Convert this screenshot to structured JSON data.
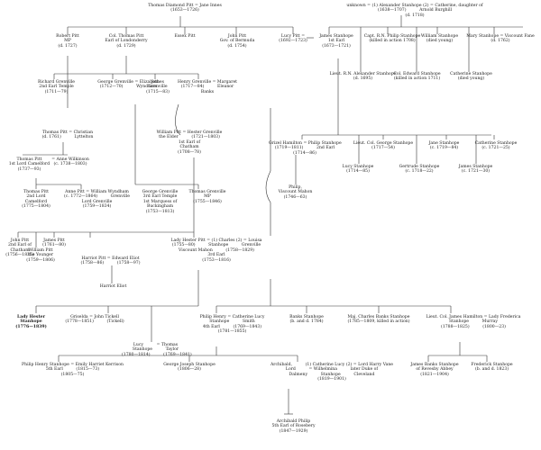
{
  "nodes": [
    {
      "id": "n1",
      "text": "Thomas Diamond Pitt = Jane Innes\n(1653—1726)"
    },
    {
      "id": "n2",
      "text": "Robert Pitt\nMP\n(d. 1727)"
    },
    {
      "id": "n3",
      "text": "Col. Thomas Pitt\nEarl of Londonderry\n(d. 1729)"
    },
    {
      "id": "n4",
      "text": "Essex Pitt"
    },
    {
      "id": "n5",
      "text": "John Pitt\nGov. of Bermuda\n(d. 1754)"
    },
    {
      "id": "n6",
      "text": "Lucy Pitt =\n(1692—1723)"
    },
    {
      "id": "n7",
      "text": "unknown = (1) Alexander Stanhope (2) = Catherine, daughter of\n(1638—1707)          Arnold Burghill\n(d. 1718)"
    },
    {
      "id": "n8",
      "text": "James Stanhope\n1st Earl\n(1673—1721)"
    },
    {
      "id": "n9",
      "text": "Capt. R.N. Philip Stanhope\n(killed in action 1708)"
    },
    {
      "id": "n10",
      "text": "William Stanhope\n(died young)"
    },
    {
      "id": "n11",
      "text": "Mary Stanhope = Viscount Fane\n(d. 1762)"
    },
    {
      "id": "n12",
      "text": "Lieut. R.N. Alexander Stanhope\n(d. 1695)"
    },
    {
      "id": "n13",
      "text": "Col. Edward Stanhope\n(killed in action 1711)"
    },
    {
      "id": "n14",
      "text": "Catherine Stanhope\n(died young)"
    },
    {
      "id": "n15",
      "text": "Richard Grenville\n2nd Earl Temple\n(1711—79)"
    },
    {
      "id": "n16",
      "text": "George Grenville = Elizabeth\n(1712—70)          Wyndham"
    },
    {
      "id": "n17",
      "text": "James\nGrenville\n(1715—83)"
    },
    {
      "id": "n18",
      "text": "Henry Grenville = Margaret\n(1717—84)          Eleanor\nBanks"
    },
    {
      "id": "n19",
      "text": "Thomas Pitt = Christian\n(d. 1761)          Lyttelton"
    },
    {
      "id": "n20",
      "text": "William Pitt = Hester Grenville\nthe Elder          (1721—1803)\n1st Earl of\nChatham\n(1708—78)"
    },
    {
      "id": "n21",
      "text": "Grizel Hamilton = Philip Stanhope\n(1719—1811)          2nd Earl\n(1714—86)"
    },
    {
      "id": "n22",
      "text": "Lieut. Col. George Stanhope\n(1717—54)"
    },
    {
      "id": "n23",
      "text": "Jane Stanhope\n(c. 1719—84)"
    },
    {
      "id": "n24",
      "text": "Catherine Stanhope\n(c. 1721—25)"
    },
    {
      "id": "n25",
      "text": "Thomas Pitt\n1st Lord Camelford\n(1737—93)"
    },
    {
      "id": "n26",
      "text": "= Anne Wilkinson\n(c. 1738—1803)"
    },
    {
      "id": "n27",
      "text": "Lucy Stanhope\n(1714—85)"
    },
    {
      "id": "n28",
      "text": "Gertrude Stanhope\n(c. 1718—22)"
    },
    {
      "id": "n29",
      "text": "James Stanhope\n(c. 1721—30)"
    },
    {
      "id": "n30",
      "text": "Thomas Pitt\n2nd Lord\nCamelford\n(1775—1804)"
    },
    {
      "id": "n31",
      "text": "Anne Pitt = William Wyndham\n(c. 1772—1864)          Grenville\nLord Grenville\n(1759—1834)"
    },
    {
      "id": "n32",
      "text": "George Grenville\n3rd Earl Temple\n1st Marquess of\nBuckingham\n(1753—1813)"
    },
    {
      "id": "n33",
      "text": "Thomas Grenville\nMP\n(1755—1846)"
    },
    {
      "id": "n34",
      "text": "Philip,\nViscount Mahon\n(1746—63)"
    },
    {
      "id": "n35",
      "text": "John Pitt\n2nd Earl of\nChatham\n(1756—1835)"
    },
    {
      "id": "n36",
      "text": "James Pitt\n(1761—80)"
    },
    {
      "id": "n37",
      "text": "Lady Hester Pitt = (1) Charles (2) = Louisa\n(1755—80)          Stanhope          Grenville\nViscount Mahon          (1758—1829)\n3rd Earl\n(1753—1816)"
    },
    {
      "id": "n38",
      "text": "William Pitt\nthe Younger\n(1759—1806)"
    },
    {
      "id": "n39",
      "text": "Harriot Pitt = Edward Eliot\n(1758—86)          (1758—97)"
    },
    {
      "id": "n40",
      "text": "Harriot Eliot"
    },
    {
      "id": "n41",
      "text": "Lady Hester\nStanhope\n(1776—1839)"
    },
    {
      "id": "n42",
      "text": "Griselda = John Tickell\n(1778—1851)          (Tickell)"
    },
    {
      "id": "n43",
      "text": "Philip Henry = Catherine Lucy\nStanhope          Smith\n4th Earl          (1769—1843)\n(1781—1855)"
    },
    {
      "id": "n44",
      "text": "Banks Stanhope\n(b. and d. 1784)"
    },
    {
      "id": "n45",
      "text": "Maj. Charles Banks Stanhope\n(1785—1809, killed in action)"
    },
    {
      "id": "n46",
      "text": "Lieut. Col. James Hamilton = Lady Frederica\nStanhope          Murray\n(1788—1825)          (1800—23)"
    },
    {
      "id": "n47",
      "text": "Lucy          = Thomas\nStanhope          Taylor\n(1780—1814)          (1769—1841)"
    },
    {
      "id": "n48",
      "text": "Philip Henry Stanhope = Emily Harriet Kerrison\n5th Earl          (1815—73)\n(1805—75)"
    },
    {
      "id": "n49",
      "text": "George Joseph Stanhope\n(1806—28)"
    },
    {
      "id": "n50",
      "text": "Archibald,          (1) Catherine Lucy (2) = Lord Harry Vane\nLord          = Wilhelmina          later Duke of\nDalmeny          Stanhope          Cleveland\n(1819—1901)"
    },
    {
      "id": "n51",
      "text": "James Banks Stanhope\nof Revesby Abbey\n(1821—1904)"
    },
    {
      "id": "n52",
      "text": "Frederick Stanhope\n(b. and d. 1823)"
    },
    {
      "id": "n53",
      "text": "Archibald Philip\n5th Earl of Rosebery\n(1847—1929)"
    }
  ]
}
